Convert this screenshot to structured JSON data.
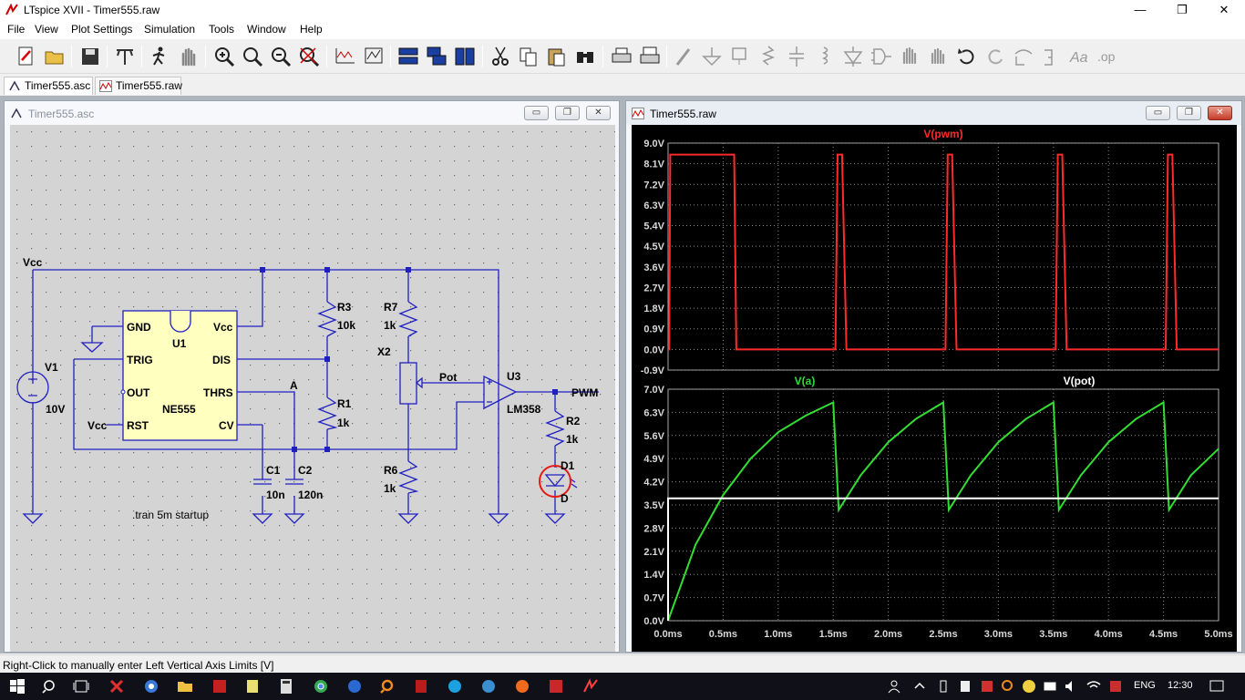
{
  "app": {
    "title": "LTspice XVII - Timer555.raw"
  },
  "window_buttons": {
    "minimize": "—",
    "maximize": "❐",
    "close": "✕"
  },
  "menu": {
    "items": [
      "File",
      "View",
      "Plot Settings",
      "Simulation",
      "Tools",
      "Window",
      "Help"
    ]
  },
  "tabs": [
    {
      "label": "Timer555.asc"
    },
    {
      "label": "Timer555.raw"
    }
  ],
  "schematic": {
    "title": "Timer555.asc",
    "labels": {
      "vcc_net": "Vcc",
      "v1": "V1",
      "v1_value": "10V",
      "u1": "U1",
      "u1_part": "NE555",
      "pin_gnd": "GND",
      "pin_vcc": "Vcc",
      "pin_trig": "TRIG",
      "pin_dis": "DIS",
      "pin_out": "OUT",
      "pin_thrs": "THRS",
      "pin_rst": "RST",
      "pin_cv": "CV",
      "vcc_rst": "Vcc",
      "r3": "R3",
      "r3_value": "10k",
      "r1": "R1",
      "r1_value": "1k",
      "r7": "R7",
      "r7_value": "1k",
      "r6": "R6",
      "r6_value": "1k",
      "x2": "X2",
      "pot": "Pot",
      "u3": "U3",
      "u3_part": "LM358",
      "net_a": "A",
      "net_pwm": "PWM",
      "r2": "R2",
      "r2_value": "1k",
      "d1": "D1",
      "d1_part": "D",
      "c1": "C1",
      "c1_value": "10n",
      "c2": "C2",
      "c2_value": "120n",
      "directive": ".tran 5m startup"
    }
  },
  "waveform": {
    "title": "Timer555.raw",
    "pane1_trace": "V(pwm)",
    "pane2_traces": [
      "V(a)",
      "V(pot)"
    ],
    "pane1_ticks": [
      "9.0V",
      "8.1V",
      "7.2V",
      "6.3V",
      "5.4V",
      "4.5V",
      "3.6V",
      "2.7V",
      "1.8V",
      "0.9V",
      "0.0V",
      "-0.9V"
    ],
    "pane2_ticks": [
      "7.0V",
      "6.3V",
      "5.6V",
      "4.9V",
      "4.2V",
      "3.5V",
      "2.8V",
      "2.1V",
      "1.4V",
      "0.7V",
      "0.0V"
    ],
    "x_ticks": [
      "0.0ms",
      "0.5ms",
      "1.0ms",
      "1.5ms",
      "2.0ms",
      "2.5ms",
      "3.0ms",
      "3.5ms",
      "4.0ms",
      "4.5ms",
      "5.0ms"
    ],
    "colors": {
      "pwm": "#ff2a2a",
      "a": "#33dd33",
      "pot": "#ffffff",
      "background": "#000000",
      "grid": "#8a8a8a"
    }
  },
  "chart_data": [
    {
      "type": "line",
      "title": "",
      "series": [
        {
          "name": "V(pwm)",
          "x": [
            0.0,
            0.01,
            0.02,
            0.6,
            0.62,
            0.64,
            1.52,
            1.54,
            1.58,
            1.62,
            1.64,
            2.52,
            2.54,
            2.58,
            2.62,
            2.64,
            3.52,
            3.54,
            3.58,
            3.62,
            3.64,
            4.52,
            4.54,
            4.58,
            4.62,
            4.64,
            5.0
          ],
          "values": [
            0.0,
            0.0,
            8.5,
            8.5,
            0.0,
            0.0,
            0.0,
            8.5,
            8.5,
            0.0,
            0.0,
            0.0,
            8.5,
            8.5,
            0.0,
            0.0,
            0.0,
            8.5,
            8.5,
            0.0,
            0.0,
            0.0,
            8.5,
            8.5,
            0.0,
            0.0,
            0.0
          ]
        }
      ],
      "xlabel": "",
      "ylabel": "",
      "xlim": [
        0,
        5
      ],
      "ylim": [
        -0.9,
        9.0
      ],
      "grid": true
    },
    {
      "type": "line",
      "title": "",
      "series": [
        {
          "name": "V(a)",
          "x": [
            0.0,
            0.25,
            0.5,
            0.75,
            1.0,
            1.25,
            1.5,
            1.55,
            1.75,
            2.0,
            2.25,
            2.5,
            2.55,
            2.75,
            3.0,
            3.25,
            3.5,
            3.55,
            3.75,
            4.0,
            4.25,
            4.5,
            4.55,
            4.75,
            5.0
          ],
          "values": [
            0.0,
            2.3,
            3.8,
            4.9,
            5.7,
            6.2,
            6.6,
            3.35,
            4.4,
            5.4,
            6.1,
            6.6,
            3.35,
            4.4,
            5.4,
            6.1,
            6.6,
            3.35,
            4.4,
            5.4,
            6.1,
            6.6,
            3.35,
            4.4,
            5.2
          ]
        },
        {
          "name": "V(pot)",
          "x": [
            0.0,
            0.0,
            5.0
          ],
          "values": [
            0.0,
            3.7,
            3.7
          ]
        }
      ],
      "xlabel": "",
      "ylabel": "",
      "xlim": [
        0,
        5
      ],
      "ylim": [
        0.0,
        7.0
      ],
      "grid": true
    }
  ],
  "status": {
    "text": "Right-Click to manually enter Left Vertical Axis Limits [V]"
  },
  "tray": {
    "lang": "ENG",
    "time": "12:30"
  }
}
